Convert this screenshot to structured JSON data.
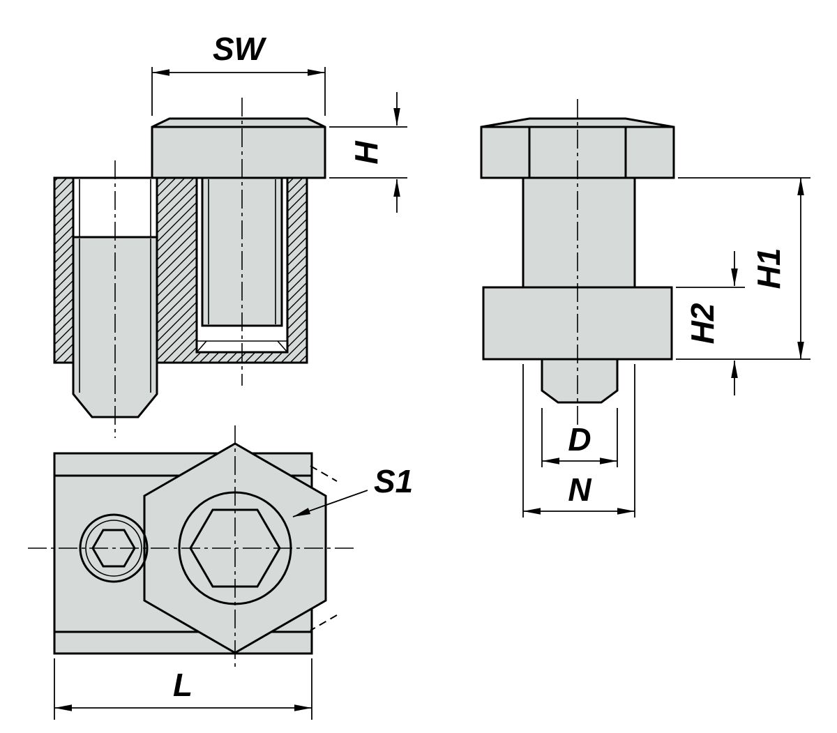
{
  "drawing": {
    "background_color": "#ffffff",
    "line_color": "#000000",
    "part_fill_color": "#d6dad9",
    "labels": {
      "sw": "SW",
      "h": "H",
      "h1": "H1",
      "h2": "H2",
      "d": "D",
      "n": "N",
      "s1": "S1",
      "l": "L"
    }
  }
}
